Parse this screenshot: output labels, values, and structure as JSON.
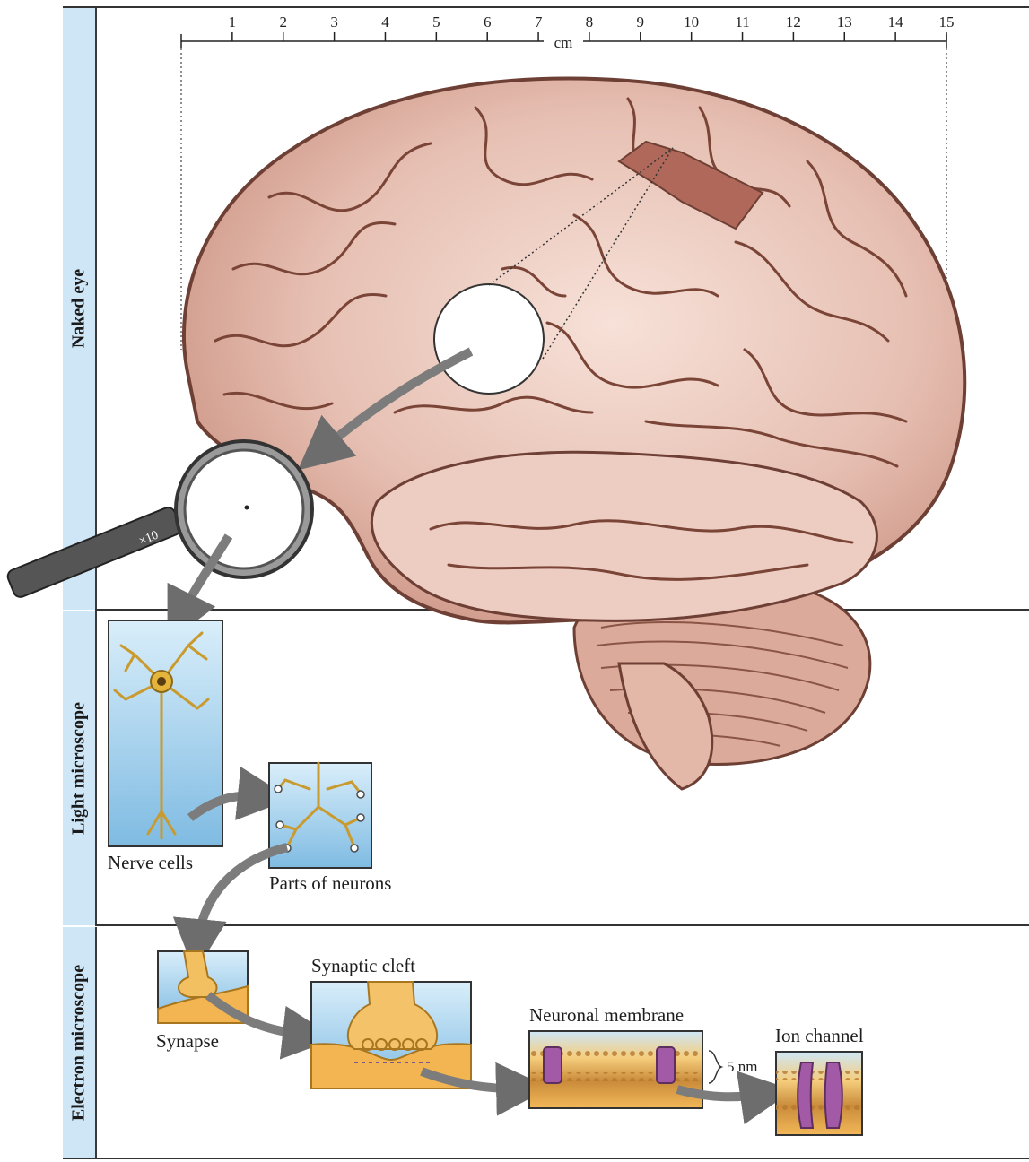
{
  "scale_bar": {
    "unit": "cm",
    "ticks": [
      "1",
      "2",
      "3",
      "4",
      "5",
      "6",
      "7",
      "8",
      "9",
      "10",
      "11",
      "12",
      "13",
      "14",
      "15"
    ]
  },
  "bands": {
    "naked_eye": "Naked eye",
    "light_microscope": "Light microscope",
    "electron_microscope": "Electron microscope"
  },
  "magnifier": {
    "power": "×10"
  },
  "labels": {
    "nerve_cells": "Nerve cells",
    "parts_of_neurons": "Parts of neurons",
    "synapse": "Synapse",
    "synaptic_cleft": "Synaptic cleft",
    "neuronal_membrane": "Neuronal membrane",
    "membrane_thickness": "5 nm",
    "ion_channel": "Ion channel"
  },
  "colors": {
    "brain_fill": "#e9c3b7",
    "brain_outline": "#6e3f34",
    "band_label_bg": "#cfe6f6",
    "panel_blue": "#8ec5e6",
    "synapse_orange": "#f2b552",
    "channel_purple": "#a35aa6",
    "arrow_gray": "#7c7c7c"
  }
}
